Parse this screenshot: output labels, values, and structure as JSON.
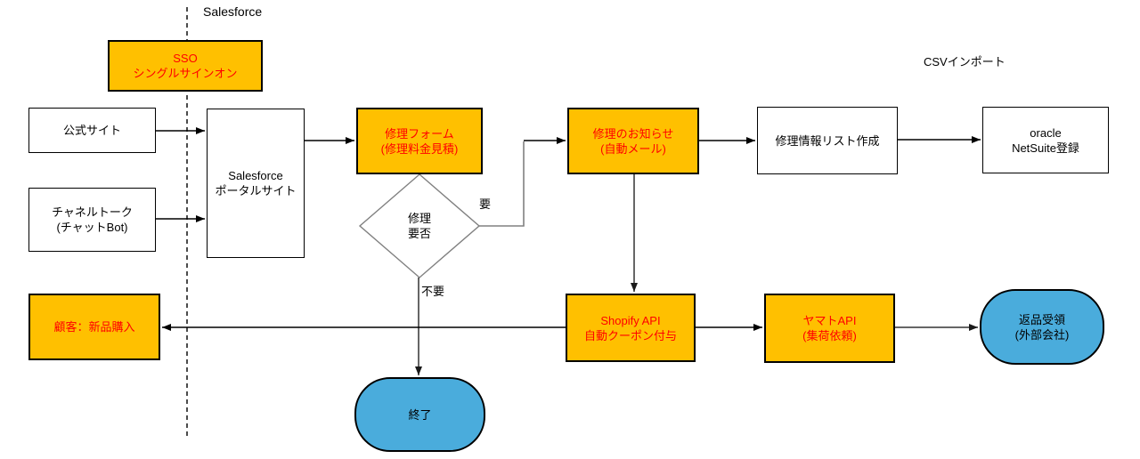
{
  "diagram": {
    "type": "flowchart",
    "lane_label": "Salesforce",
    "annotation_csv": "CSVインポート"
  },
  "nodes": {
    "sso": {
      "label": "SSO\nシングルサインオン",
      "shape": "process",
      "fill": "#FFC000",
      "text_color": "#FF0000"
    },
    "official_site": {
      "label": "公式サイト",
      "shape": "process",
      "fill": "#FFFFFF",
      "text_color": "#000000"
    },
    "channel_talk": {
      "label": "チャネルトーク\n(チャットBot)",
      "shape": "process",
      "fill": "#FFFFFF",
      "text_color": "#000000"
    },
    "portal": {
      "label": "Salesforce\nポータルサイト",
      "shape": "process",
      "fill": "#FFFFFF",
      "text_color": "#000000"
    },
    "repair_form": {
      "label": "修理フォーム\n(修理料金見積)",
      "shape": "process",
      "fill": "#FFC000",
      "text_color": "#FF0000"
    },
    "repair_decision": {
      "label": "修理\n要否",
      "shape": "decision",
      "fill": "#FFFFFF",
      "text_color": "#000000"
    },
    "repair_notice": {
      "label": "修理のお知らせ\n(自動メール)",
      "shape": "process",
      "fill": "#FFC000",
      "text_color": "#FF0000"
    },
    "repair_list": {
      "label": "修理情報リスト作成",
      "shape": "process",
      "fill": "#FFFFFF",
      "text_color": "#000000"
    },
    "oracle": {
      "label": "oracle\nNetSuite登録",
      "shape": "process",
      "fill": "#FFFFFF",
      "text_color": "#000000"
    },
    "customer": {
      "label": "顧客：新品購入",
      "shape": "process",
      "fill": "#FFC000",
      "text_color": "#FF0000"
    },
    "shopify": {
      "label": "Shopify API\n自動クーポン付与",
      "shape": "process",
      "fill": "#FFC000",
      "text_color": "#FF0000"
    },
    "yamato": {
      "label": "ヤマトAPI\n(集荷依頼)",
      "shape": "process",
      "fill": "#FFC000",
      "text_color": "#FF0000"
    },
    "return_receipt": {
      "label": "返品受領\n(外部会社)",
      "shape": "terminator",
      "fill": "#4AACDC",
      "text_color": "#000000"
    },
    "end": {
      "label": "終了",
      "shape": "terminator",
      "fill": "#4AACDC",
      "text_color": "#000000"
    }
  },
  "edge_labels": {
    "yes": "要",
    "no": "不要"
  },
  "colors": {
    "accent_orange": "#FFC000",
    "accent_blue": "#4AACDC",
    "red_text": "#FF0000",
    "line_black": "#000000",
    "line_gray": "#808080"
  }
}
